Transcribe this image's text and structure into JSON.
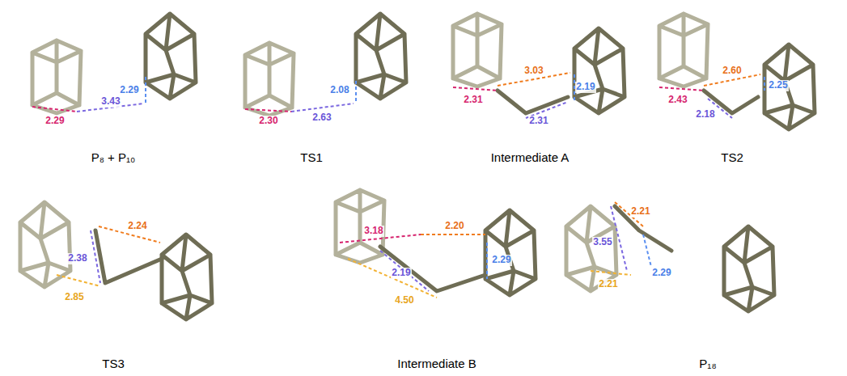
{
  "diagram": {
    "labels": [
      "P₈ + P₁₀",
      "2.29",
      "3.43",
      "2.29",
      "TS1",
      "2.30",
      "2.63",
      "2.08",
      "Intermediate A",
      "2.31",
      "3.03",
      "2.19",
      "2.31",
      "TS2",
      "2.60",
      "2.25",
      "2.43",
      "2.18",
      "TS3",
      "2.38",
      "2.24",
      "2.85",
      "Intermediate B",
      "3.18",
      "2.20",
      "2.19",
      "2.29",
      "4.50",
      "P₁₈",
      "2.21",
      "3.55",
      "2.29",
      "2.21"
    ]
  }
}
